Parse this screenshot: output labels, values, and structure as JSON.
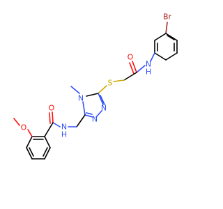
{
  "molecule": {
    "colors": {
      "carbon_bond": "#000000",
      "nitrogen": "#3050F8",
      "oxygen": "#FF0D0D",
      "sulfur": "#C8A800",
      "bromine": "#A62929"
    },
    "atom_labels": {
      "br": "Br",
      "nh_amide_top": "N",
      "nh_amide_top_h": "H",
      "o_carbonyl_top": "O",
      "s": "S",
      "n_methyl": "N",
      "n_ring_right_top": "N",
      "n_ring_right_bottom": "N",
      "methyl_hint": "",
      "nh_amide_bottom": "N",
      "nh_amide_bottom_h": "H",
      "o_carbonyl_bottom": "O",
      "o_methoxy": "O"
    }
  }
}
